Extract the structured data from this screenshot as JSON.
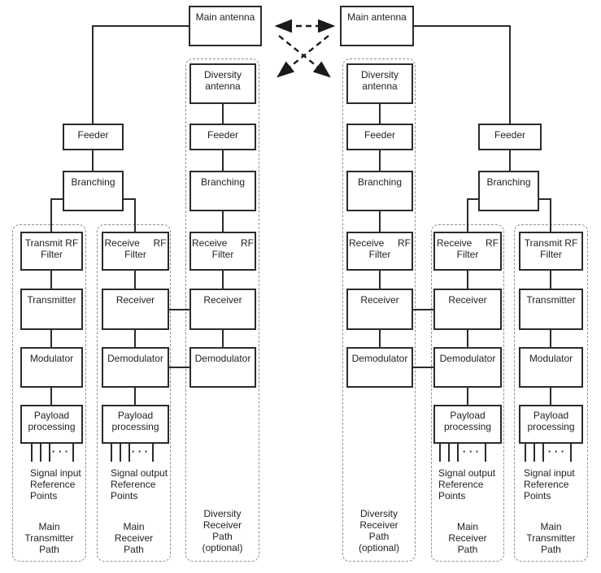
{
  "colors": {
    "line": "#2b2b2b",
    "dashed_outline": "#8f8f8f",
    "text": "#1f1f1f",
    "background": "#ffffff"
  },
  "stations": {
    "left": {
      "main_antenna": "Main antenna",
      "feeder": "Feeder",
      "branching": "Branching",
      "tx_path": {
        "filter": "Transmit RF\nFilter",
        "transmitter": "Transmitter",
        "modulator": "Modulator",
        "payload": "Payload\nprocessing",
        "ellipsis": "· · ·",
        "reference_points": "Signal input\nReference\nPoints",
        "path_label": "Main\nTransmitter\nPath"
      },
      "rx_path": {
        "filter": "Receive     RF\nFilter",
        "receiver": "Receiver",
        "demodulator": "Demodulator",
        "payload": "Payload\nprocessing",
        "ellipsis": "· · ·",
        "reference_points": "Signal output\nReference\nPoints",
        "path_label": "Main\nReceiver\nPath"
      },
      "diversity_path": {
        "antenna": "Diversity\nantenna",
        "feeder": "Feeder",
        "branching": "Branching",
        "filter": "Receive     RF\nFilter",
        "receiver": "Receiver",
        "demodulator": "Demodulator",
        "path_label": "Diversity\nReceiver\nPath\n(optional)"
      }
    },
    "right": {
      "main_antenna": "Main antenna",
      "feeder": "Feeder",
      "branching": "Branching",
      "tx_path": {
        "filter": "Transmit RF\nFilter",
        "transmitter": "Transmitter",
        "modulator": "Modulator",
        "payload": "Payload\nprocessing",
        "ellipsis": "· · ·",
        "reference_points": "Signal input\nReference\nPoints",
        "path_label": "Main\nTransmitter\nPath"
      },
      "rx_path": {
        "filter": "Receive     RF\nFilter",
        "receiver": "Receiver",
        "demodulator": "Demodulator",
        "payload": "Payload\nprocessing",
        "ellipsis": "· · ·",
        "reference_points": "Signal output\nReference\nPoints",
        "path_label": "Main\nReceiver\nPath"
      },
      "diversity_path": {
        "antenna": "Diversity\nantenna",
        "feeder": "Feeder",
        "branching": "Branching",
        "filter": "Receive     RF\nFilter",
        "receiver": "Receiver",
        "demodulator": "Demodulator",
        "path_label": "Diversity\nReceiver\nPath\n(optional)"
      }
    }
  }
}
